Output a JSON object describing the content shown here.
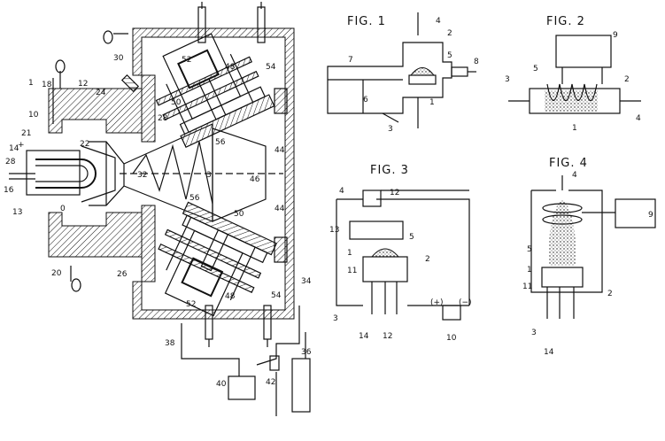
{
  "figures": {
    "main": {
      "labels": [
        "1",
        "10",
        "12",
        "13",
        "14",
        "16",
        "18",
        "20",
        "21",
        "22",
        "24",
        "26",
        "28",
        "28",
        "30",
        "32",
        "3",
        "34",
        "36",
        "38",
        "40",
        "42",
        "44",
        "44",
        "46",
        "48",
        "48",
        "50",
        "50",
        "52",
        "52",
        "54",
        "54",
        "56",
        "56",
        "0",
        "+"
      ]
    },
    "fig1": {
      "title": "FIG. 1",
      "labels": [
        "4",
        "2",
        "5",
        "7",
        "8",
        "6",
        "3",
        "1"
      ]
    },
    "fig2": {
      "title": "FIG. 2",
      "labels": [
        "9",
        "3",
        "5",
        "2",
        "4",
        "1"
      ]
    },
    "fig3": {
      "title": "FIG. 3",
      "labels": [
        "4",
        "12",
        "13",
        "1",
        "5",
        "11",
        "2",
        "3",
        "14",
        "12",
        "10",
        "(+)",
        "(−)"
      ]
    },
    "fig4": {
      "title": "FIG. 4",
      "labels": [
        "4",
        "9",
        "5",
        "1",
        "11",
        "2",
        "3",
        "14"
      ]
    }
  }
}
